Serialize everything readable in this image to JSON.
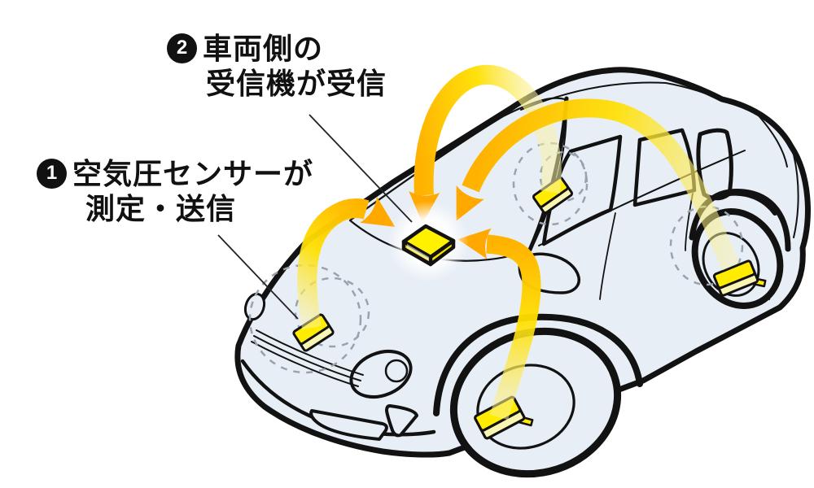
{
  "diagram": {
    "steps": [
      {
        "number": "1",
        "line1": "空気圧センサーが",
        "line2": "測定・送信"
      },
      {
        "number": "2",
        "line1": "車両側の",
        "line2": "受信機が受信"
      }
    ],
    "colors": {
      "car_body": "#e8eef6",
      "outline": "#121212",
      "signal_tail": "#f9f2a6",
      "signal_mid": "#ffe000",
      "signal_head": "#ffa800",
      "sensor_yellow": "#ffec00",
      "receiver_top": "#fff100",
      "xray_dash": "#9aa3ac",
      "leader_line": "#222222"
    }
  }
}
